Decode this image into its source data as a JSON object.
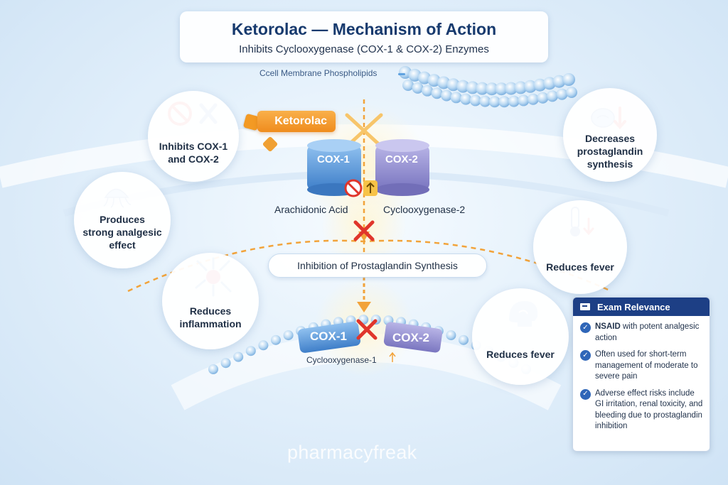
{
  "title": "Ketorolac — Mechanism of Action",
  "subtitle": "Inhibits Cyclooxygenase (COX-1 & COX-2) Enzymes",
  "membrane_label": "Ccell Membrane Phospholipids",
  "drug_tag": "Ketorolac",
  "enzymes_top": {
    "cox1": "COX-1",
    "cox2": "COX-2"
  },
  "labels": {
    "arachidonic": "Arachidonic Acid",
    "cyclooxygenase2": "Cyclooxygenase-2",
    "cyclooxygenase1": "Cyclooxygenase-1"
  },
  "pathway_step": "Inhibition of Prostaglandin Synthesis",
  "enzymes_bottom": {
    "cox1": "COX-1",
    "cox2": "COX-2"
  },
  "effects_left": [
    {
      "text": "Inhibits COX-1\nand COX-2",
      "icon": "no-symbol-icon"
    },
    {
      "text": "Produces\nstrong analgesic\neffect",
      "icon": "jellyfish-icon"
    },
    {
      "text": "Reduces\ninflammation",
      "icon": "cell-icon"
    }
  ],
  "effects_right": [
    {
      "text": "Decreases\nprostaglandin\nsynthesis",
      "icon": "brain-down-icon"
    },
    {
      "text": "Reduces fever",
      "icon": "thermometer-icon"
    },
    {
      "text": "Reduces fever",
      "icon": "head-icon"
    }
  ],
  "exam": {
    "heading": "Exam Relevance",
    "items": [
      {
        "bold": "NSAID",
        "text": " with potent analgesic action"
      },
      {
        "bold": "",
        "text": "Often used for short-term management of moderate to severe pain"
      },
      {
        "bold": "",
        "text": "Adverse effect risks include GI irritation, renal toxicity, and bleeding due to prostaglandin inhibition"
      }
    ]
  },
  "watermark": "pharmacyfreak",
  "colors": {
    "title": "#173a6e",
    "cox1": "#4f8fd6",
    "cox2": "#8a86c9",
    "ketorolac": "#f39a24",
    "inhibit": "#e0352b",
    "exam_header": "#1d3f85"
  }
}
